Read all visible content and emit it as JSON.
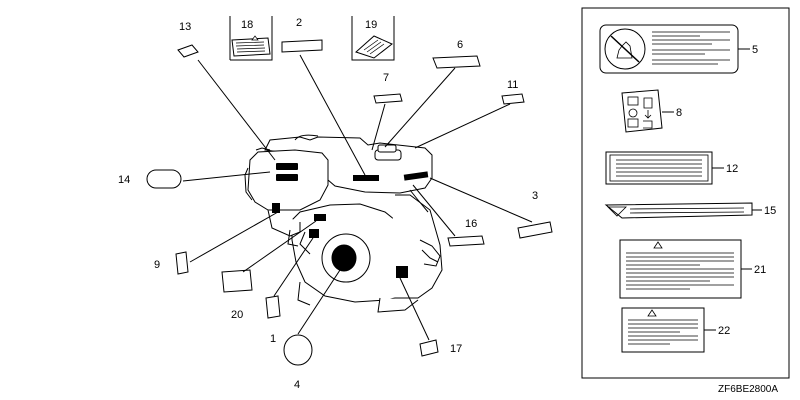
{
  "diagram_code": "ZF6BE2800A",
  "callouts": {
    "c1": "1",
    "c2": "2",
    "c3": "3",
    "c4": "4",
    "c5": "5",
    "c6": "6",
    "c7": "7",
    "c8": "8",
    "c9": "9",
    "c11": "11",
    "c12": "12",
    "c13": "13",
    "c14": "14",
    "c15": "15",
    "c16": "16",
    "c17": "17",
    "c18": "18",
    "c19": "19",
    "c20": "20",
    "c21": "21",
    "c22": "22"
  },
  "icons": {
    "label5": "no-flame-icon",
    "label8": "fuel-valve-on-off-icon",
    "label21": "warning-triangle-icon",
    "label22": "warning-triangle-icon"
  }
}
